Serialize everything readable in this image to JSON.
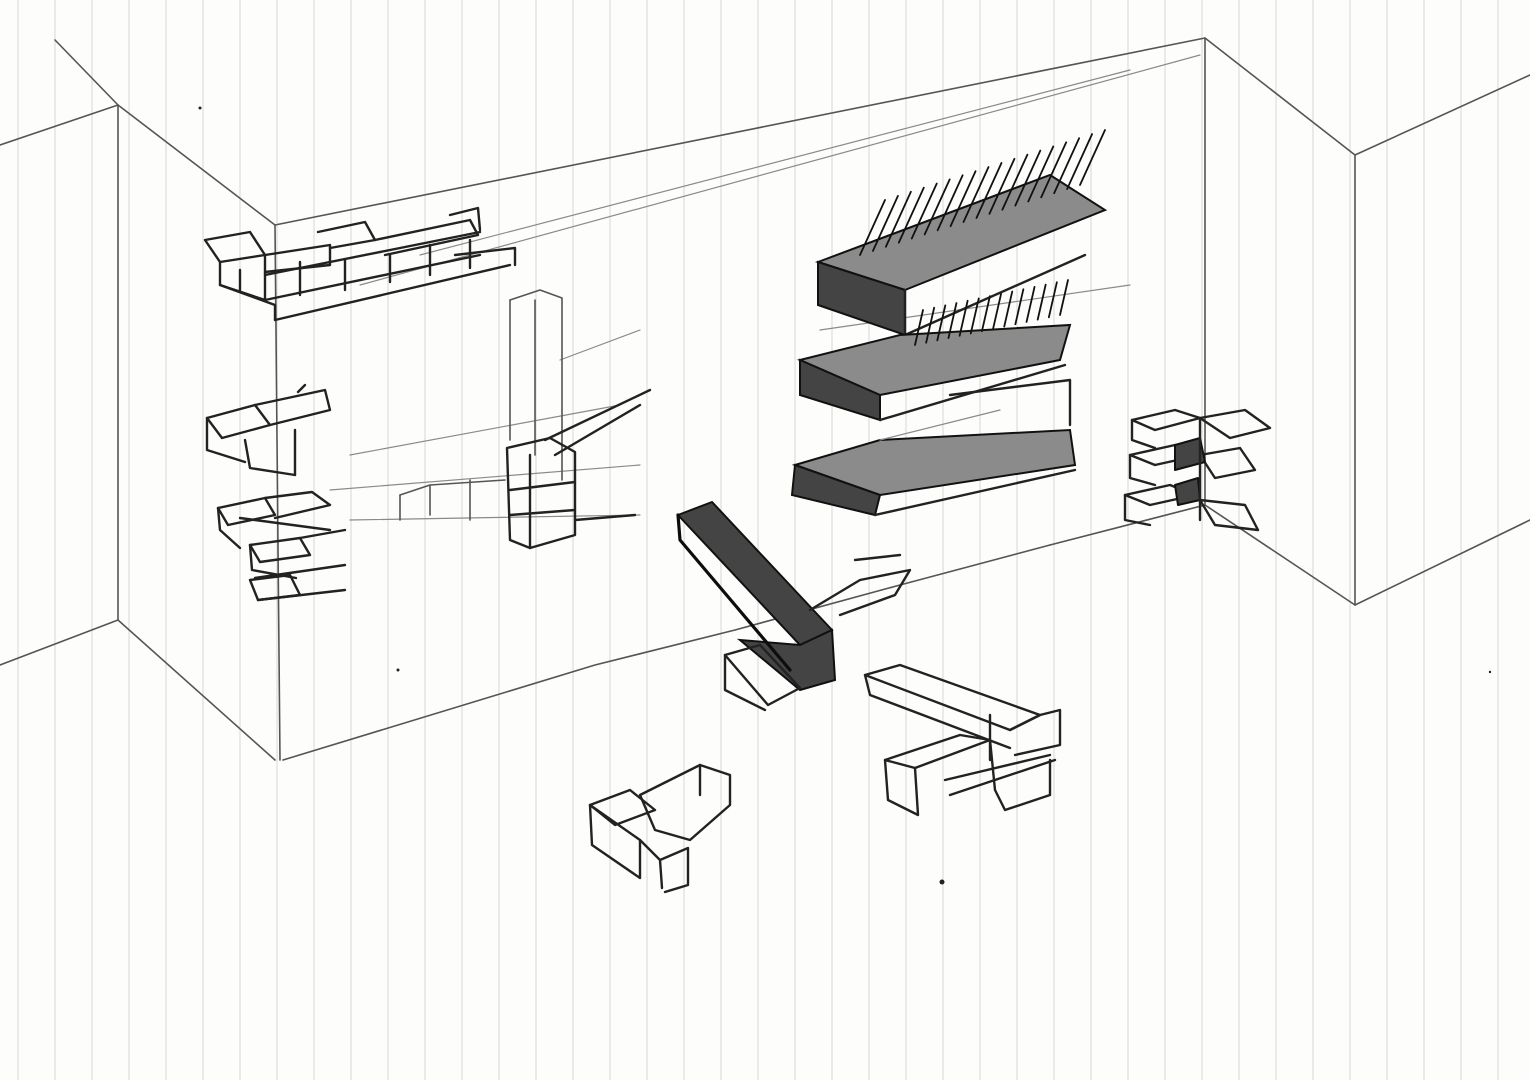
{
  "page": {
    "type": "pencil sketch on ruled paper",
    "paper_color": "#fdfdfb",
    "line_color": "#1a1a1a"
  },
  "objects": [
    {
      "name": "room-left-wall",
      "kind": "wall"
    },
    {
      "name": "room-back-wall",
      "kind": "wall"
    },
    {
      "name": "room-right-wall",
      "kind": "wall"
    },
    {
      "name": "brick-shelf-corner",
      "kind": "block-cluster"
    },
    {
      "name": "left-stacked-blocks",
      "kind": "block-cluster"
    },
    {
      "name": "center-pillar",
      "kind": "block-cluster"
    },
    {
      "name": "floating-staircase",
      "kind": "block-cluster"
    },
    {
      "name": "right-corner-shelves",
      "kind": "block-cluster"
    },
    {
      "name": "dark-bench-beam",
      "kind": "block-cluster"
    },
    {
      "name": "floor-cross-block",
      "kind": "block-cluster"
    },
    {
      "name": "floor-l-block",
      "kind": "block-cluster"
    }
  ]
}
